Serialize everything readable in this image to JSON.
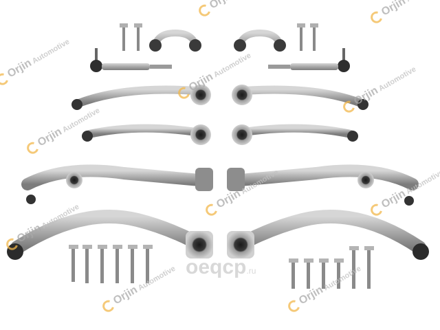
{
  "watermark": {
    "brand": "Orjin",
    "sub": "Automotive",
    "site": "oeqcp",
    "site_suffix": ".ru"
  },
  "colors": {
    "metal": "#b4b4b4",
    "metal_dark": "#6e6e6e",
    "rubber": "#2a2a2a",
    "accent": "#f2b84b"
  }
}
